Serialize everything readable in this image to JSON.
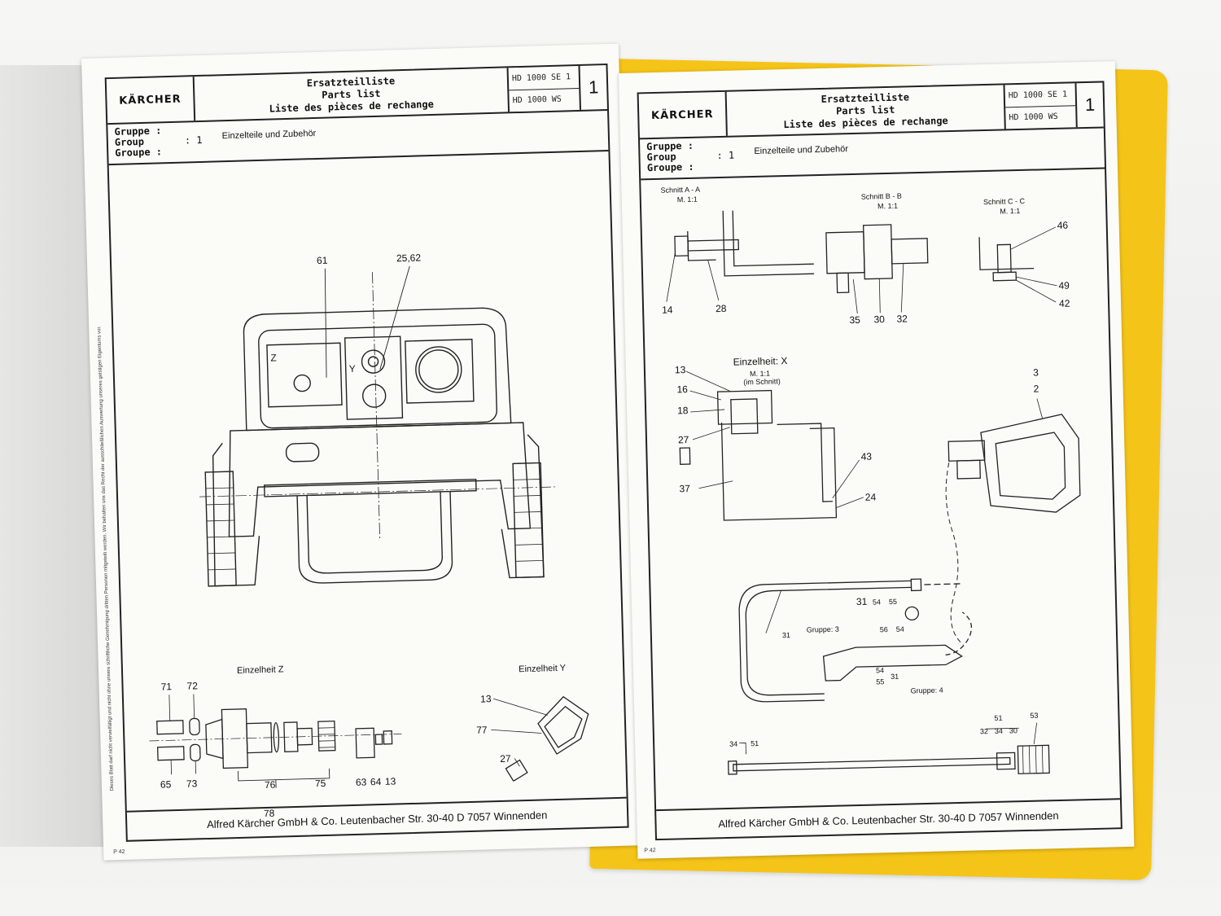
{
  "header": {
    "brand": "KÄRCHER",
    "title_de": "Ersatzteilliste",
    "title_en": "Parts list",
    "title_fr": "Liste des pièces de rechange",
    "model_1": "HD 1000 SE 1",
    "model_2": "HD 1000 WS",
    "page_number": "1"
  },
  "group": {
    "label_de": "Gruppe :",
    "label_en": "Group",
    "label_fr": "Groupe :",
    "value": ": 1",
    "name": "Einzelteile und Zubehör"
  },
  "footer": {
    "address": "Alfred Kärcher GmbH & Co.  Leutenbacher Str. 30-40  D 7057 Winnenden"
  },
  "side_note": "Dieses Blatt darf nicht vervielfältigt und nicht ohne unsere schriftliche Genehmigung dritten Personen mitgeteilt werden. Wir behalten uns das Recht der ausschließlichen Auswertung unseres geistigen Eigentums vor.",
  "page_ref": "P 42",
  "left_page": {
    "callouts": {
      "top_a": "61",
      "top_b": "25,62",
      "detail_z": "Einzelheit  Z",
      "detail_y": "Einzelheit  Y",
      "z": "Z",
      "y": "Y",
      "n71": "71",
      "n72": "72",
      "n65": "65",
      "n73": "73",
      "n76": "76",
      "n78": "78",
      "n75": "75",
      "n63": "63",
      "n64": "64",
      "n13": "13",
      "y13": "13",
      "y77": "77",
      "y27": "27"
    }
  },
  "right_page": {
    "callouts": {
      "sec_a": "Schnitt  A - A",
      "sec_a_scale": "M. 1:1",
      "sec_b": "Schnitt  B - B",
      "sec_b_scale": "M. 1:1",
      "sec_c": "Schnitt  C - C",
      "sec_c_scale": "M. 1:1",
      "n14": "14",
      "n28": "28",
      "n35": "35",
      "n30": "30",
      "n32": "32",
      "n46": "46",
      "n49": "49",
      "n42": "42",
      "detail_x": "Einzelheit: X",
      "detail_x_scale": "M. 1:1",
      "detail_x_note": "(im Schnitt)",
      "n13": "13",
      "n16": "16",
      "n18": "18",
      "n27": "27",
      "n37": "37",
      "n43": "43",
      "n24": "24",
      "n3": "3",
      "n2": "2",
      "n31a": "31",
      "n54a": "54",
      "n55a": "55",
      "n56": "56",
      "n54b": "54",
      "gruppe3": "Gruppe: 3",
      "n31b": "31",
      "n54c": "54",
      "n55c": "55",
      "n31c": "31",
      "gruppe4": "Gruppe: 4",
      "n34": "34",
      "n51a": "51",
      "n51b": "51",
      "n32b": "32",
      "n34b": "34",
      "n30b": "30",
      "n53": "53"
    }
  }
}
